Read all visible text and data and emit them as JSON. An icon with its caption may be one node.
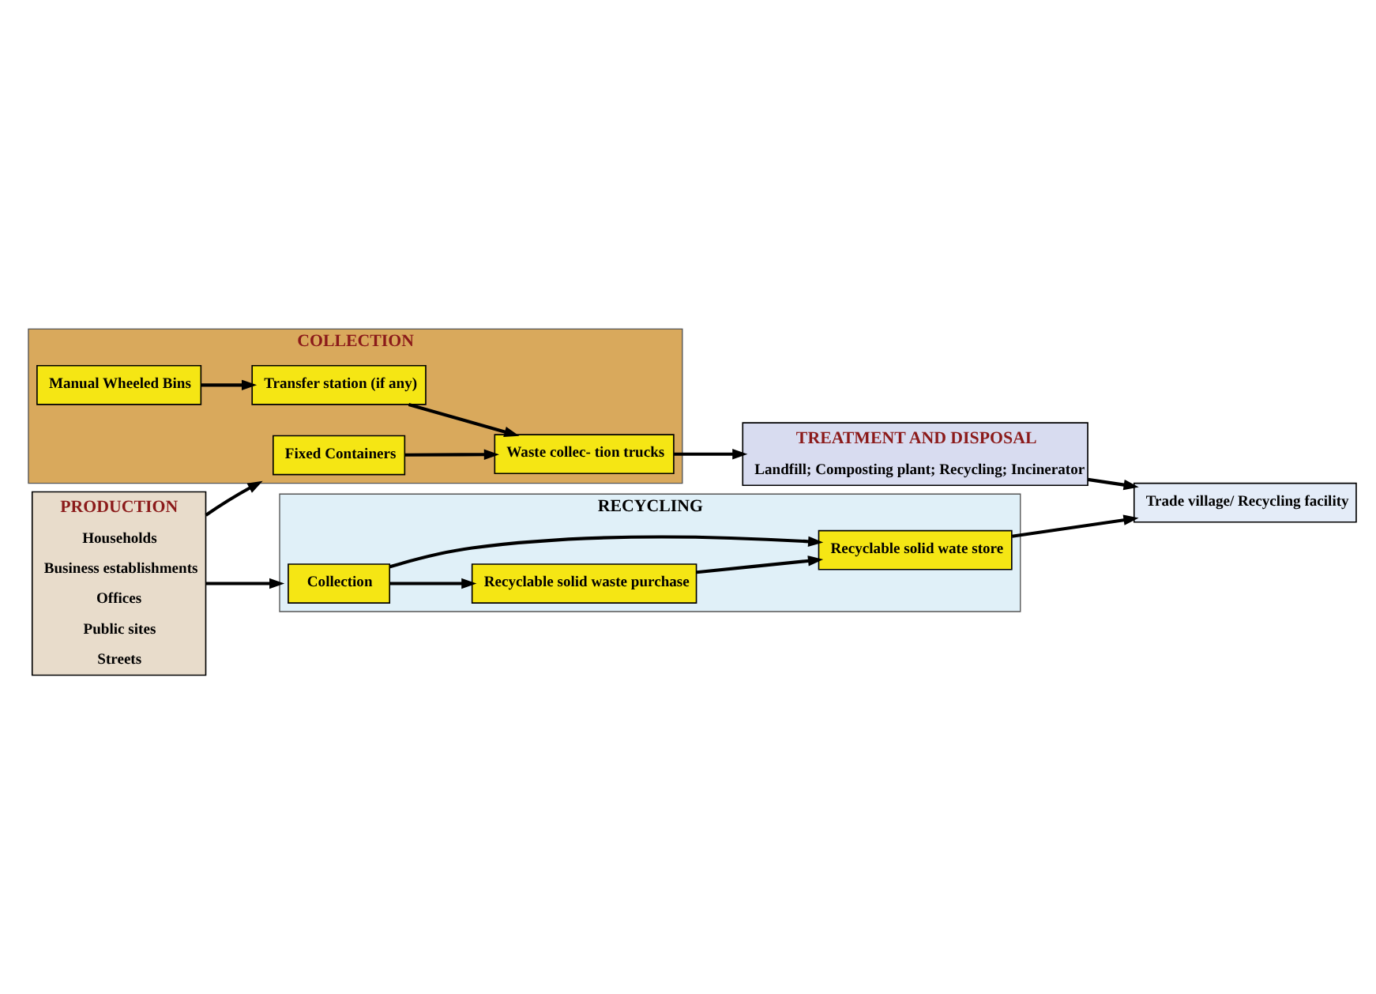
{
  "diagram": {
    "nodes": [
      {
        "text": [
          "PRODUCTION",
          "Households",
          "Business establishments",
          "Offices",
          "Public sites",
          "Streets"
        ]
      },
      {
        "text": [
          "COLLECTION"
        ]
      },
      {
        "text": [
          "Fixed Containers"
        ],
        "in": 1
      },
      {
        "text": [
          "Manual Wheeled Bins"
        ],
        "in": 1
      },
      {
        "text": [
          "Transfer station (if any)"
        ],
        "in": 1
      },
      {
        "text": [
          "Waste collec- tion trucks"
        ],
        "in": 1
      },
      {
        "text": [
          "TREATMENT AND DISPOSAL",
          "Landfill; Composting plant; Recycling; Incinerator"
        ]
      },
      {
        "text": [
          "RECYCLING"
        ]
      },
      {
        "text": [
          "Collection"
        ],
        "in": 7
      },
      {
        "text": [
          "Recyclable solid waste purchase"
        ],
        "in": 7
      },
      {
        "text": [
          "Recyclable solid wate store"
        ],
        "in": 7
      },
      {
        "text": [
          "Trade village/ Recycling facility"
        ]
      }
    ],
    "edges": [
      {
        "from": 0,
        "to": 1,
        "arrow": "to"
      },
      {
        "from": 0,
        "to": 7,
        "arrow": "to"
      },
      {
        "from": 2,
        "to": 5,
        "arrow": "to"
      },
      {
        "from": 3,
        "to": 4,
        "arrow": "to"
      },
      {
        "from": 4,
        "to": 5,
        "arrow": "to"
      },
      {
        "from": 5,
        "to": 6,
        "arrow": "to"
      },
      {
        "from": 6,
        "to": 11,
        "arrow": "to"
      },
      {
        "from": 8,
        "to": 9,
        "arrow": "to"
      },
      {
        "from": 8,
        "to": 10,
        "arrow": "to"
      },
      {
        "from": 9,
        "to": 10,
        "arrow": "to"
      },
      {
        "from": 10,
        "to": 11,
        "arrow": "to"
      }
    ]
  }
}
